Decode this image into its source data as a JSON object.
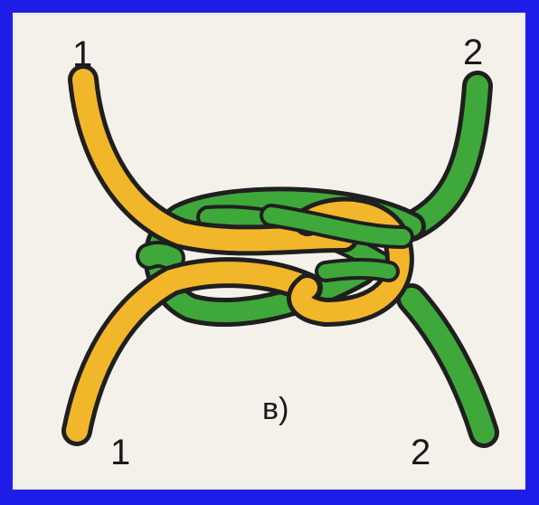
{
  "labels": {
    "rope1_top": "1",
    "rope2_top": "2",
    "rope1_bottom": "1",
    "rope2_bottom": "2",
    "caption": "в)"
  },
  "colors": {
    "frame": "#1e1ee8",
    "background": "#f4f1ea",
    "rope1": "#f2b62a",
    "rope2": "#3fa83a",
    "outline": "#1f1f1f"
  }
}
